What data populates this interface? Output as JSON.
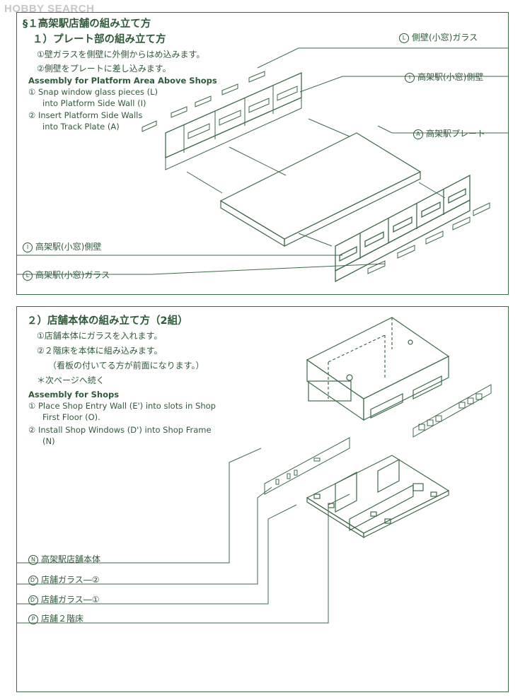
{
  "watermark": "HOBBY SEARCH",
  "section1": {
    "title": "§１高架駅店舗の組み立て方",
    "subtitle": "１）プレート部の組み立て方",
    "steps_jp": [
      "①壁ガラスを側壁に外側からはめ込みます。",
      "②側壁をプレートに差し込みます。"
    ],
    "english_title": "Assembly for Platform Area Above Shops",
    "steps_en": [
      {
        "num": "①",
        "line1": "Snap window glass pieces (L)",
        "line2": "into Platform Side Wall (I)"
      },
      {
        "num": "②",
        "line1": "Insert Platform Side Walls",
        "line2": "into Track Plate (A)"
      }
    ],
    "labels": [
      {
        "code": "L",
        "text": "側壁(小窓)ガラス"
      },
      {
        "code": "I",
        "text": "高架駅(小窓)側壁"
      },
      {
        "code": "A",
        "text": "高架駅プレート"
      },
      {
        "code": "I",
        "text": "高架駅(小窓)側壁"
      },
      {
        "code": "L",
        "text": "高架駅(小窓)ガラス"
      }
    ]
  },
  "section2": {
    "title": "２）店舗本体の組み立て方（2組）",
    "steps_jp": [
      "①店舗本体にガラスを入れます。",
      "②２階床を本体に組み込みます。",
      "（看板の付いてる方が前面になります。）",
      "＊次ページへ続く"
    ],
    "english_title": "Assembly for Shops",
    "steps_en": [
      {
        "num": "①",
        "line1": "Place Shop Entry Wall (E') into slots in Shop",
        "line2": "First Floor (O)."
      },
      {
        "num": "②",
        "line1": "Install Shop Windows (D') into Shop Frame",
        "line2": "(N)"
      }
    ],
    "labels": [
      {
        "code": "N",
        "text": "高架駅店舗本体"
      },
      {
        "code": "D'",
        "text": "店舗ガラス―②"
      },
      {
        "code": "D'",
        "text": "店舗ガラス―①"
      },
      {
        "code": "P",
        "text": "店舗２階床"
      }
    ]
  }
}
